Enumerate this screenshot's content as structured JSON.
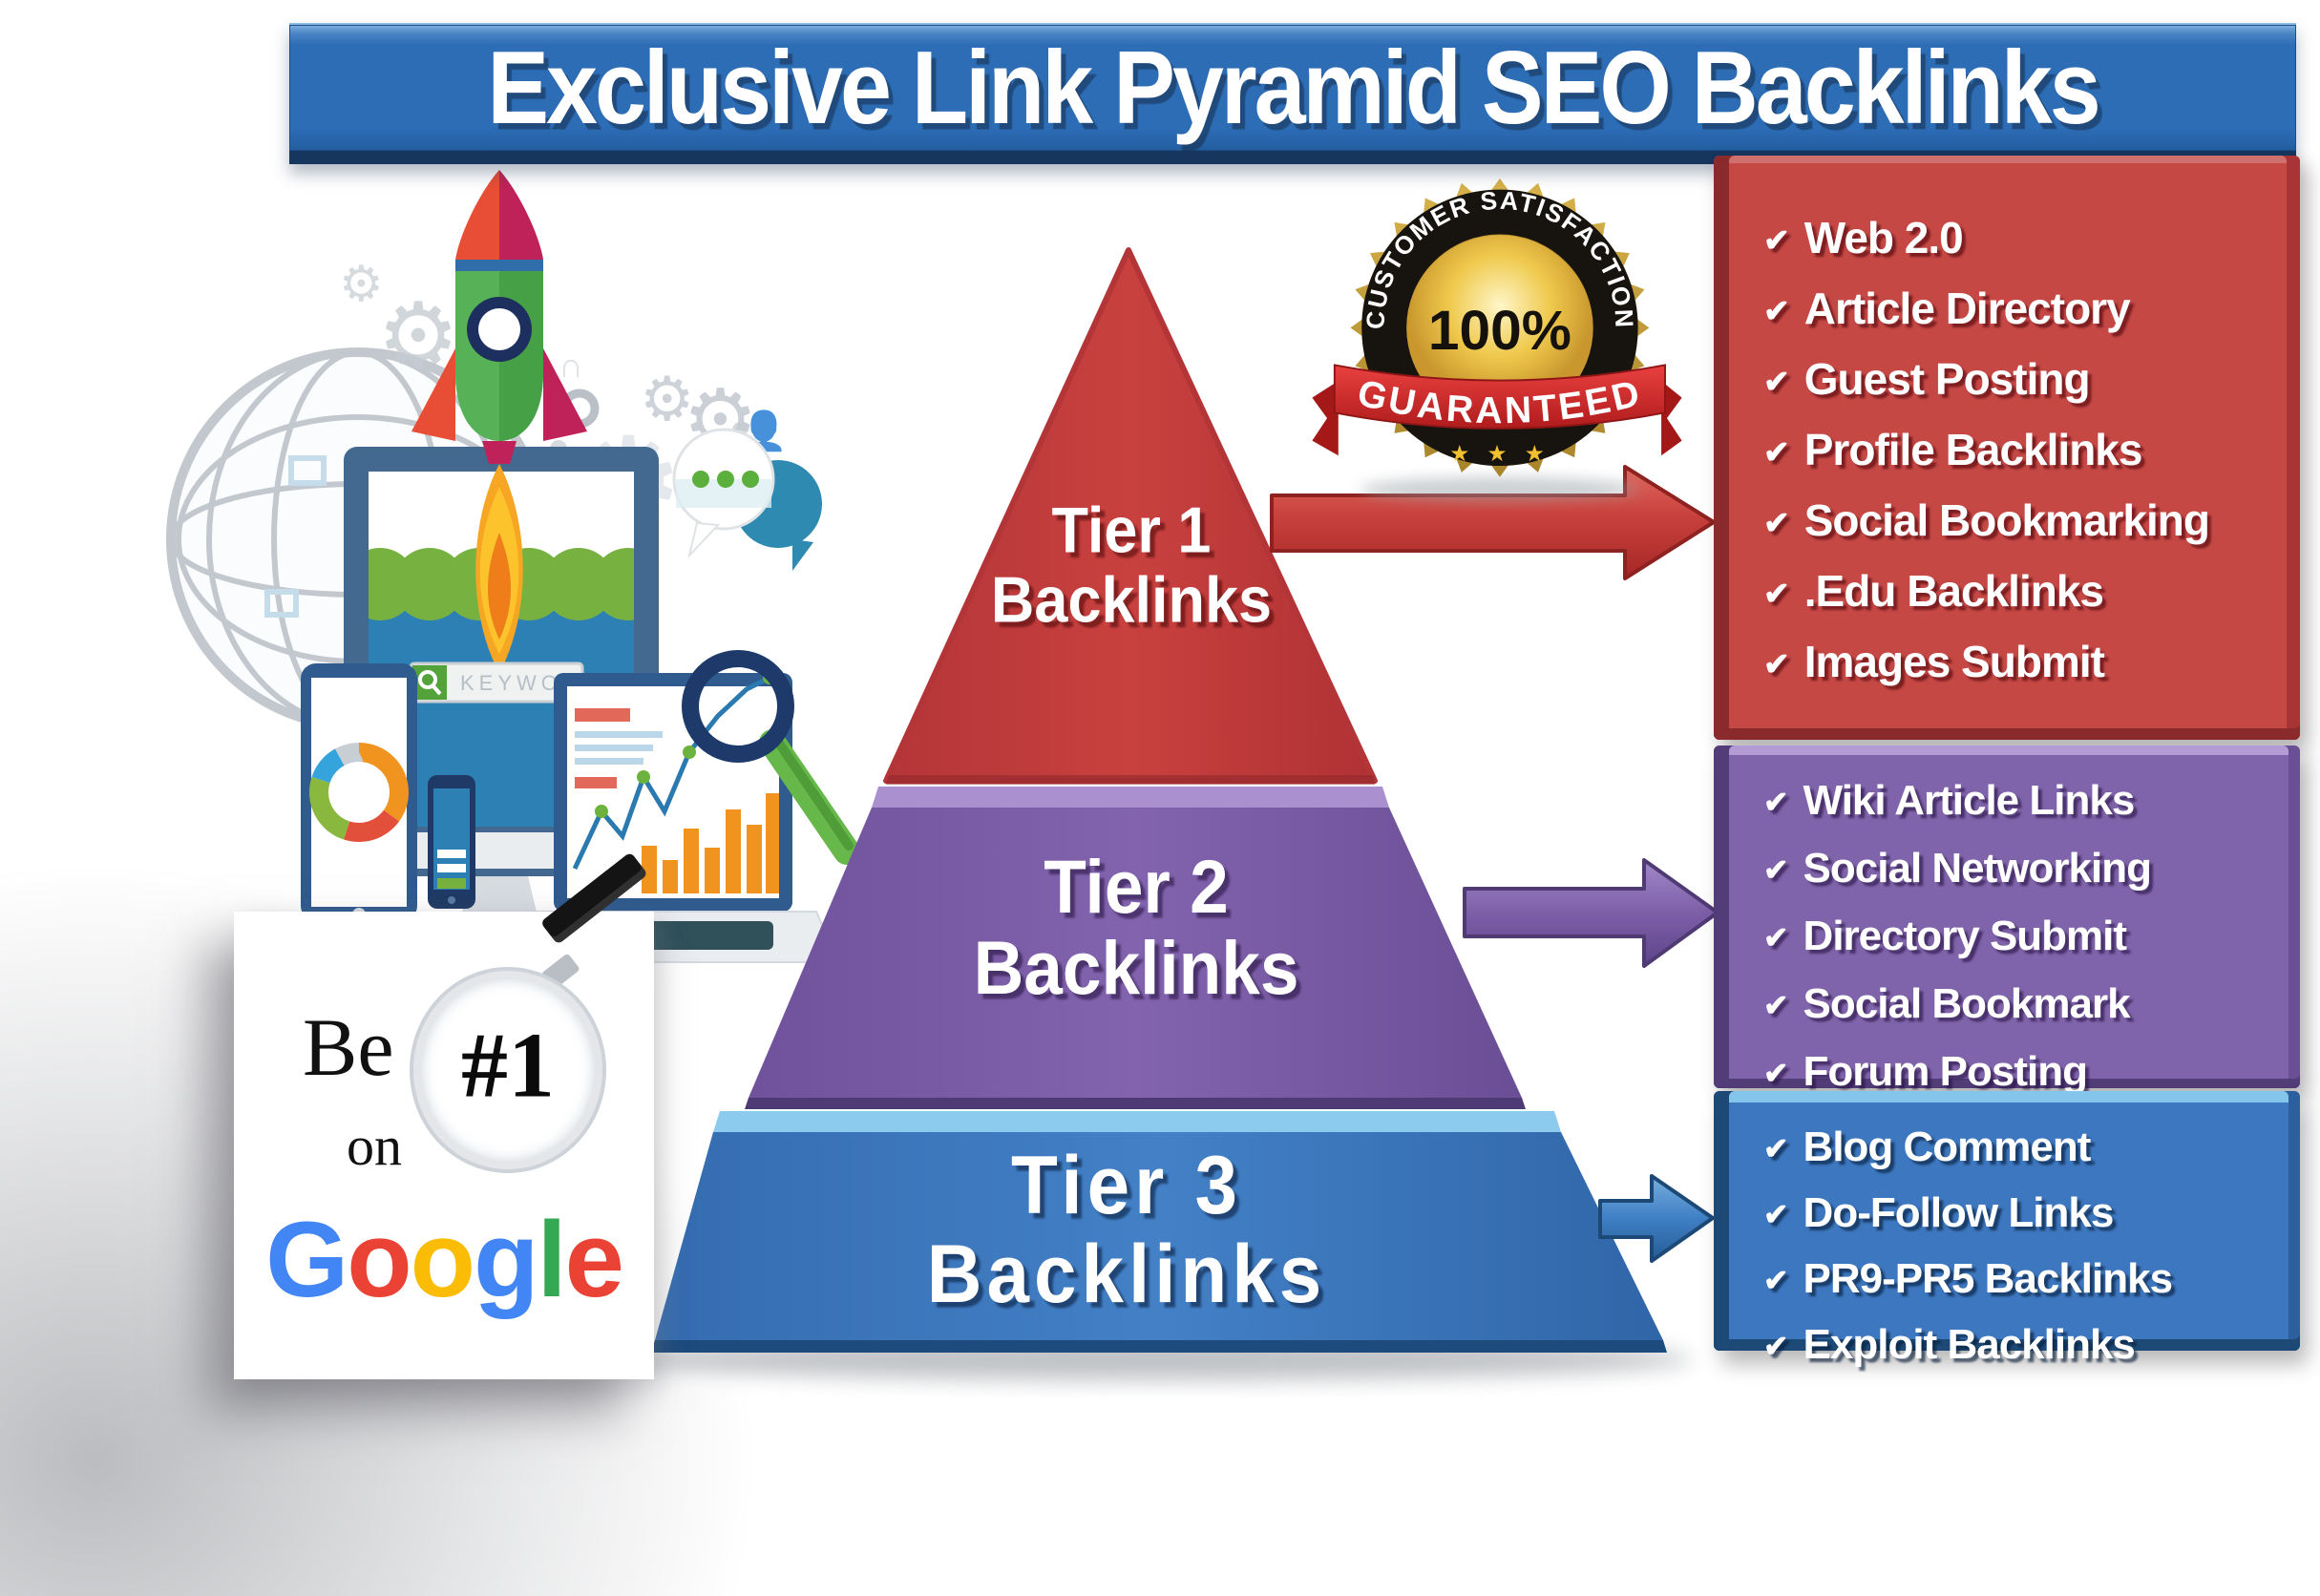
{
  "title": "Exclusive Link Pyramid SEO Backlinks",
  "check_glyph": "✔",
  "badge": {
    "arc_text": "CUSTOMER SATISFACTION",
    "percent": "100%",
    "ribbon": "GUARANTEED",
    "stars": "★ ★ ★",
    "gold_color": "#c79a33",
    "ribbon_color": "#d32424"
  },
  "pyramid": {
    "tiers": [
      {
        "line1": "Tier 1",
        "line2": "Backlinks",
        "color": "#c23b3c"
      },
      {
        "line1": "Tier 2",
        "line2": "Backlinks",
        "color": "#7d5ea7"
      },
      {
        "line1": "Tier 3",
        "line2": "Backlinks",
        "color": "#3d78be"
      }
    ]
  },
  "panels": [
    {
      "tier": "Tier 1",
      "color": "#c54845",
      "items": [
        "Web 2.0",
        "Article Directory",
        "Guest Posting",
        "Profile Backlinks",
        "Social Bookmarking",
        ".Edu Backlinks",
        "Images Submit"
      ]
    },
    {
      "tier": "Tier 2",
      "color": "#8064ab",
      "items": [
        "Wiki Article Links",
        "Social Networking",
        "Directory Submit",
        "Social Bookmark",
        "Forum Posting"
      ]
    },
    {
      "tier": "Tier 3",
      "color": "#3d77bf",
      "items": [
        "Blog Comment",
        "Do-Follow Links",
        "PR9-PR5 Backlinks",
        "Exploit Backlinks"
      ]
    }
  ],
  "arrows": {
    "tier1_color": "#c8403c",
    "tier2_color": "#7d5fa8",
    "tier3_color": "#3f7fc4"
  },
  "illustration": {
    "keyword": "KEYWORD"
  },
  "google_card": {
    "be": "Be",
    "rank": "#1",
    "on": "on",
    "letters": [
      {
        "ch": "G",
        "color": "#4285F4"
      },
      {
        "ch": "o",
        "color": "#EA4335"
      },
      {
        "ch": "o",
        "color": "#FBBC05"
      },
      {
        "ch": "g",
        "color": "#4285F4"
      },
      {
        "ch": "l",
        "color": "#34A853"
      },
      {
        "ch": "e",
        "color": "#EA4335"
      }
    ]
  }
}
